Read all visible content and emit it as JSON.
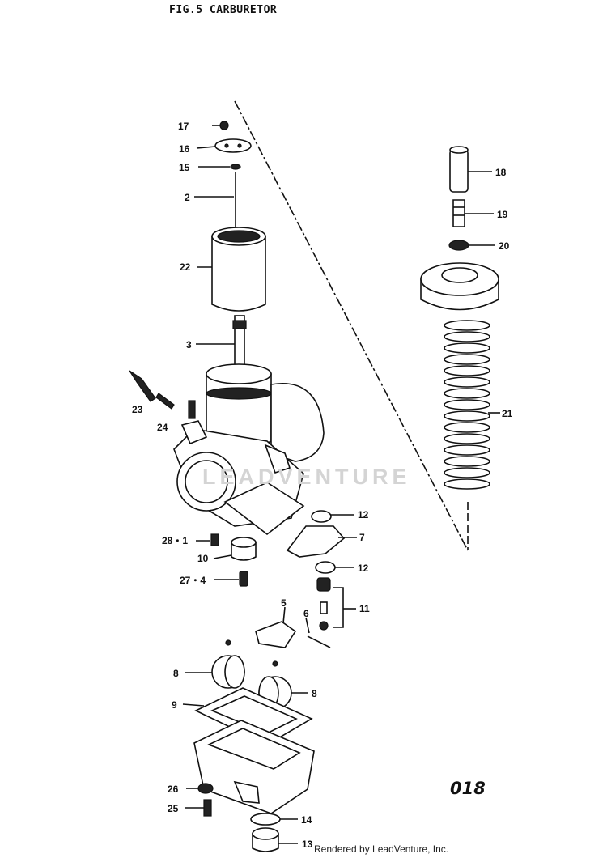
{
  "title": "FIG.5  CARBURETOR",
  "page_number": "018",
  "credit": "Rendered by LeadVenture, Inc.",
  "watermark": "LEADVENTURE",
  "callouts": {
    "c17": "17",
    "c16": "16",
    "c15": "15",
    "c2": "2",
    "c22": "22",
    "c3": "3",
    "c23": "23",
    "c24": "24",
    "c18": "18",
    "c19": "19",
    "c20": "20",
    "c21": "21",
    "c12a": "12",
    "c7": "7",
    "c12b": "12",
    "c11": "11",
    "c28": "28・1",
    "c10": "10",
    "c27": "27・4",
    "c5": "5",
    "c6": "6",
    "c8a": "8",
    "c8b": "8",
    "c9": "9",
    "c26": "26",
    "c25": "25",
    "c14": "14",
    "c13": "13"
  }
}
